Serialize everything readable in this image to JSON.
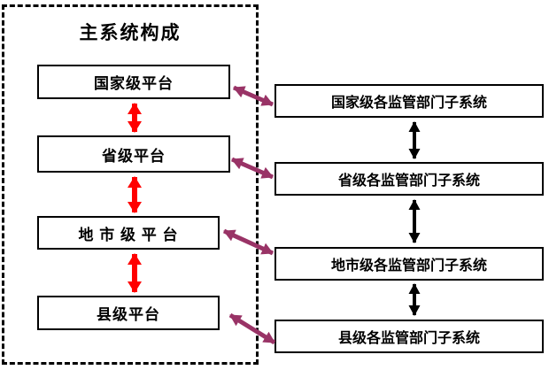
{
  "main_panel": {
    "title": "主系统构成",
    "boxes": [
      {
        "label": "国家级平台"
      },
      {
        "label": "省级平台"
      },
      {
        "label": "地 市 级 平 台"
      },
      {
        "label": "县级平台"
      }
    ]
  },
  "subsystem_column": {
    "boxes": [
      {
        "label": "国家级各监管部门子系统"
      },
      {
        "label": "省级各监管部门子系统"
      },
      {
        "label": "地市级各监管部门子系统"
      },
      {
        "label": "县级各监管部门子系统"
      }
    ]
  },
  "colors": {
    "platform_link_arrow": "#FF0000",
    "subsystem_link_arrow": "#000000",
    "cross_link_arrow": "#993366",
    "box_border": "#000000",
    "background": "#FFFFFF"
  }
}
